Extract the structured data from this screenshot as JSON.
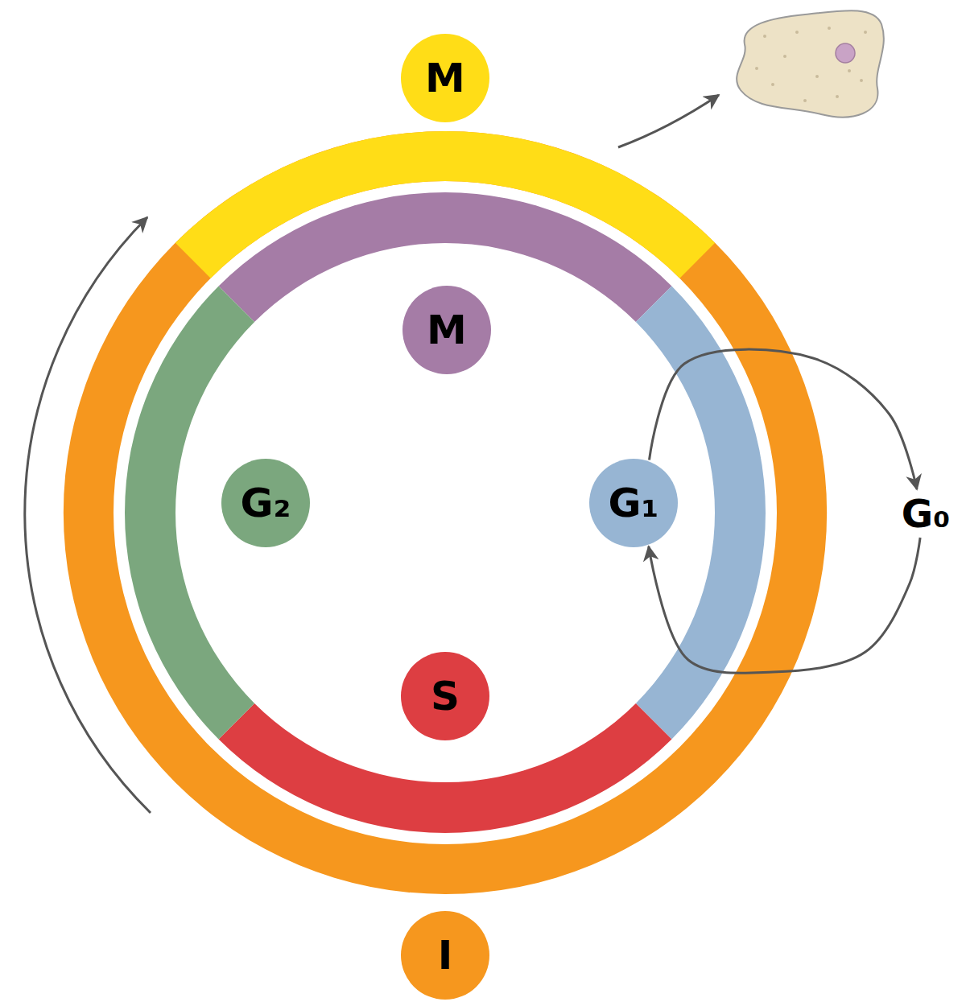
{
  "diagram": {
    "nodes": [
      {
        "text": [
          "M"
        ]
      },
      {
        "text": [
          "M"
        ]
      },
      {
        "text": [
          "G₂"
        ]
      },
      {
        "text": [
          "G₁"
        ]
      },
      {
        "text": [
          "G₀"
        ]
      },
      {
        "text": [
          "S"
        ]
      },
      {
        "text": [
          "I"
        ]
      }
    ],
    "edges": [
      {
        "from": 3,
        "to": 4,
        "arrow": "to"
      },
      {
        "from": 4,
        "to": 3,
        "arrow": "to"
      }
    ]
  }
}
